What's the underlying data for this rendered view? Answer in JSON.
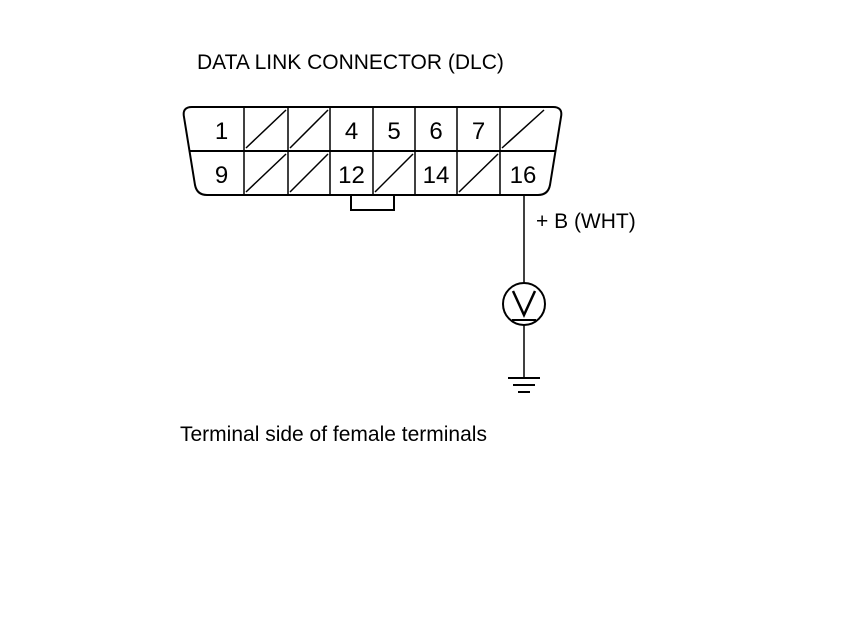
{
  "diagram": {
    "title": "DATA LINK CONNECTOR (DLC)",
    "wire_label": "+ B (WHT)",
    "caption": "Terminal side of female terminals",
    "meter_symbol": "voltmeter-icon",
    "ground_symbol": "ground-icon"
  },
  "connector": {
    "top_row": [
      {
        "label": "1",
        "blank": false
      },
      {
        "label": "",
        "blank": true
      },
      {
        "label": "",
        "blank": true
      },
      {
        "label": "4",
        "blank": false
      },
      {
        "label": "5",
        "blank": false
      },
      {
        "label": "6",
        "blank": false
      },
      {
        "label": "7",
        "blank": false
      },
      {
        "label": "",
        "blank": true
      }
    ],
    "bottom_row": [
      {
        "label": "9",
        "blank": false
      },
      {
        "label": "",
        "blank": true
      },
      {
        "label": "",
        "blank": true
      },
      {
        "label": "12",
        "blank": false
      },
      {
        "label": "",
        "blank": true
      },
      {
        "label": "14",
        "blank": false
      },
      {
        "label": "",
        "blank": true
      },
      {
        "label": "16",
        "blank": false
      }
    ]
  },
  "colors": {
    "line": "#000000",
    "background": "#ffffff"
  }
}
